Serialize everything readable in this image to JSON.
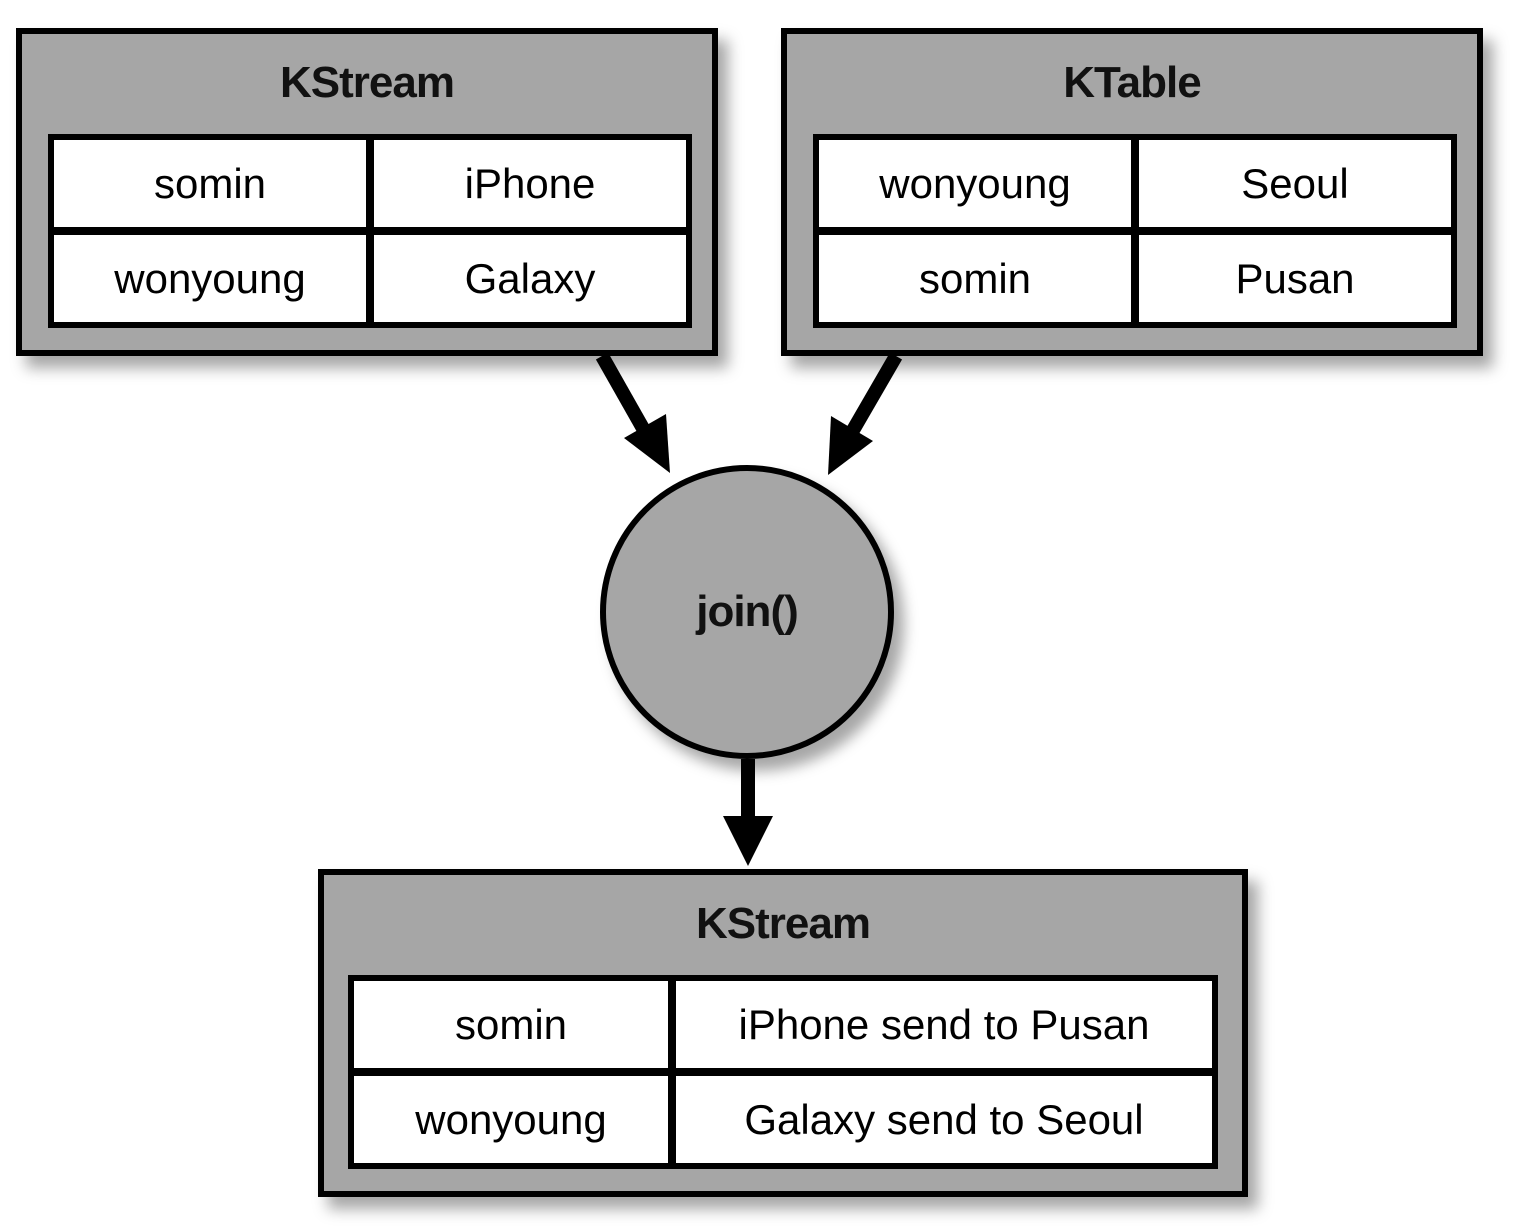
{
  "input_stream": {
    "title": "KStream",
    "rows": [
      {
        "key": "somin",
        "value": "iPhone"
      },
      {
        "key": "wonyoung",
        "value": "Galaxy"
      }
    ]
  },
  "input_table": {
    "title": "KTable",
    "rows": [
      {
        "key": "wonyoung",
        "value": "Seoul"
      },
      {
        "key": "somin",
        "value": "Pusan"
      }
    ]
  },
  "operation": {
    "label": "join()"
  },
  "output_stream": {
    "title": "KStream",
    "rows": [
      {
        "key": "somin",
        "value": "iPhone send to Pusan"
      },
      {
        "key": "wonyoung",
        "value": "Galaxy send to Seoul"
      }
    ]
  }
}
